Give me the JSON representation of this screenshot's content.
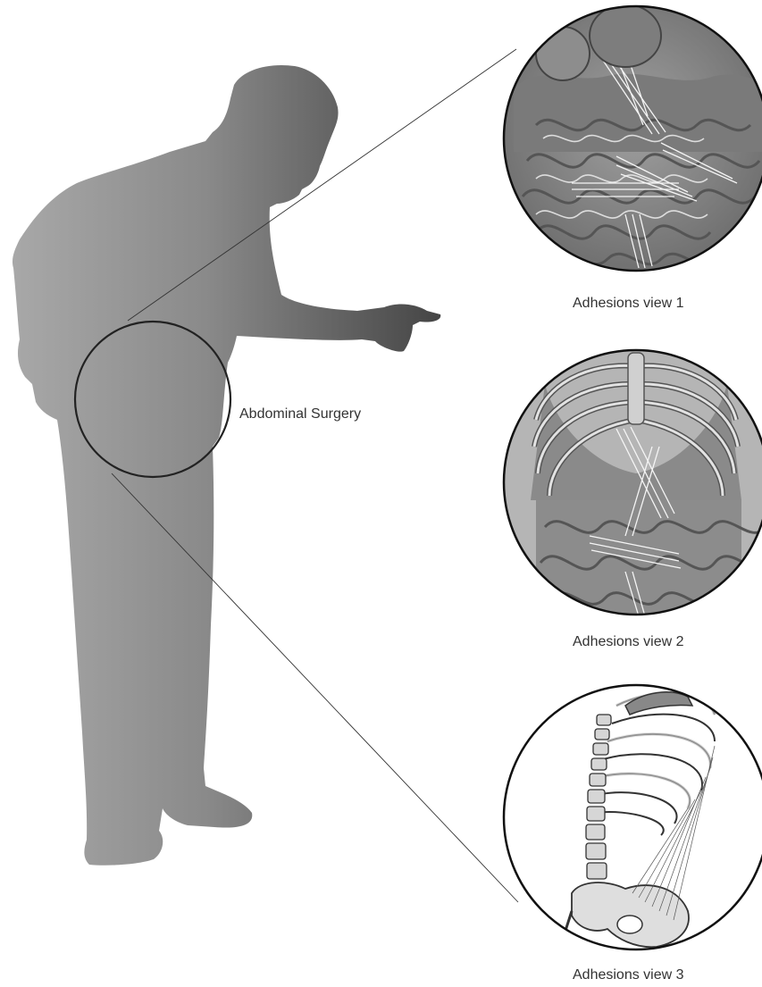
{
  "labels": {
    "main": "Abdominal Surgery",
    "view1": "Adhesions view 1",
    "view2": "Adhesions view 2",
    "view3": "Adhesions view 3"
  },
  "colors": {
    "silhouette_light": "#a5a5a5",
    "silhouette_dark": "#4b4b4b",
    "outline": "#222222",
    "tissue": "#8c8c8c",
    "tissue_dark": "#5f5f5f",
    "bone": "#d9d9d9",
    "adhesion": "#f2f2f2"
  },
  "icons": {
    "figure": "bending-man-silhouette-icon",
    "view1": "intestinal-adhesions-icon",
    "view2": "ribcage-abdomen-adhesions-icon",
    "view3": "spine-pelvis-adhesions-icon"
  }
}
